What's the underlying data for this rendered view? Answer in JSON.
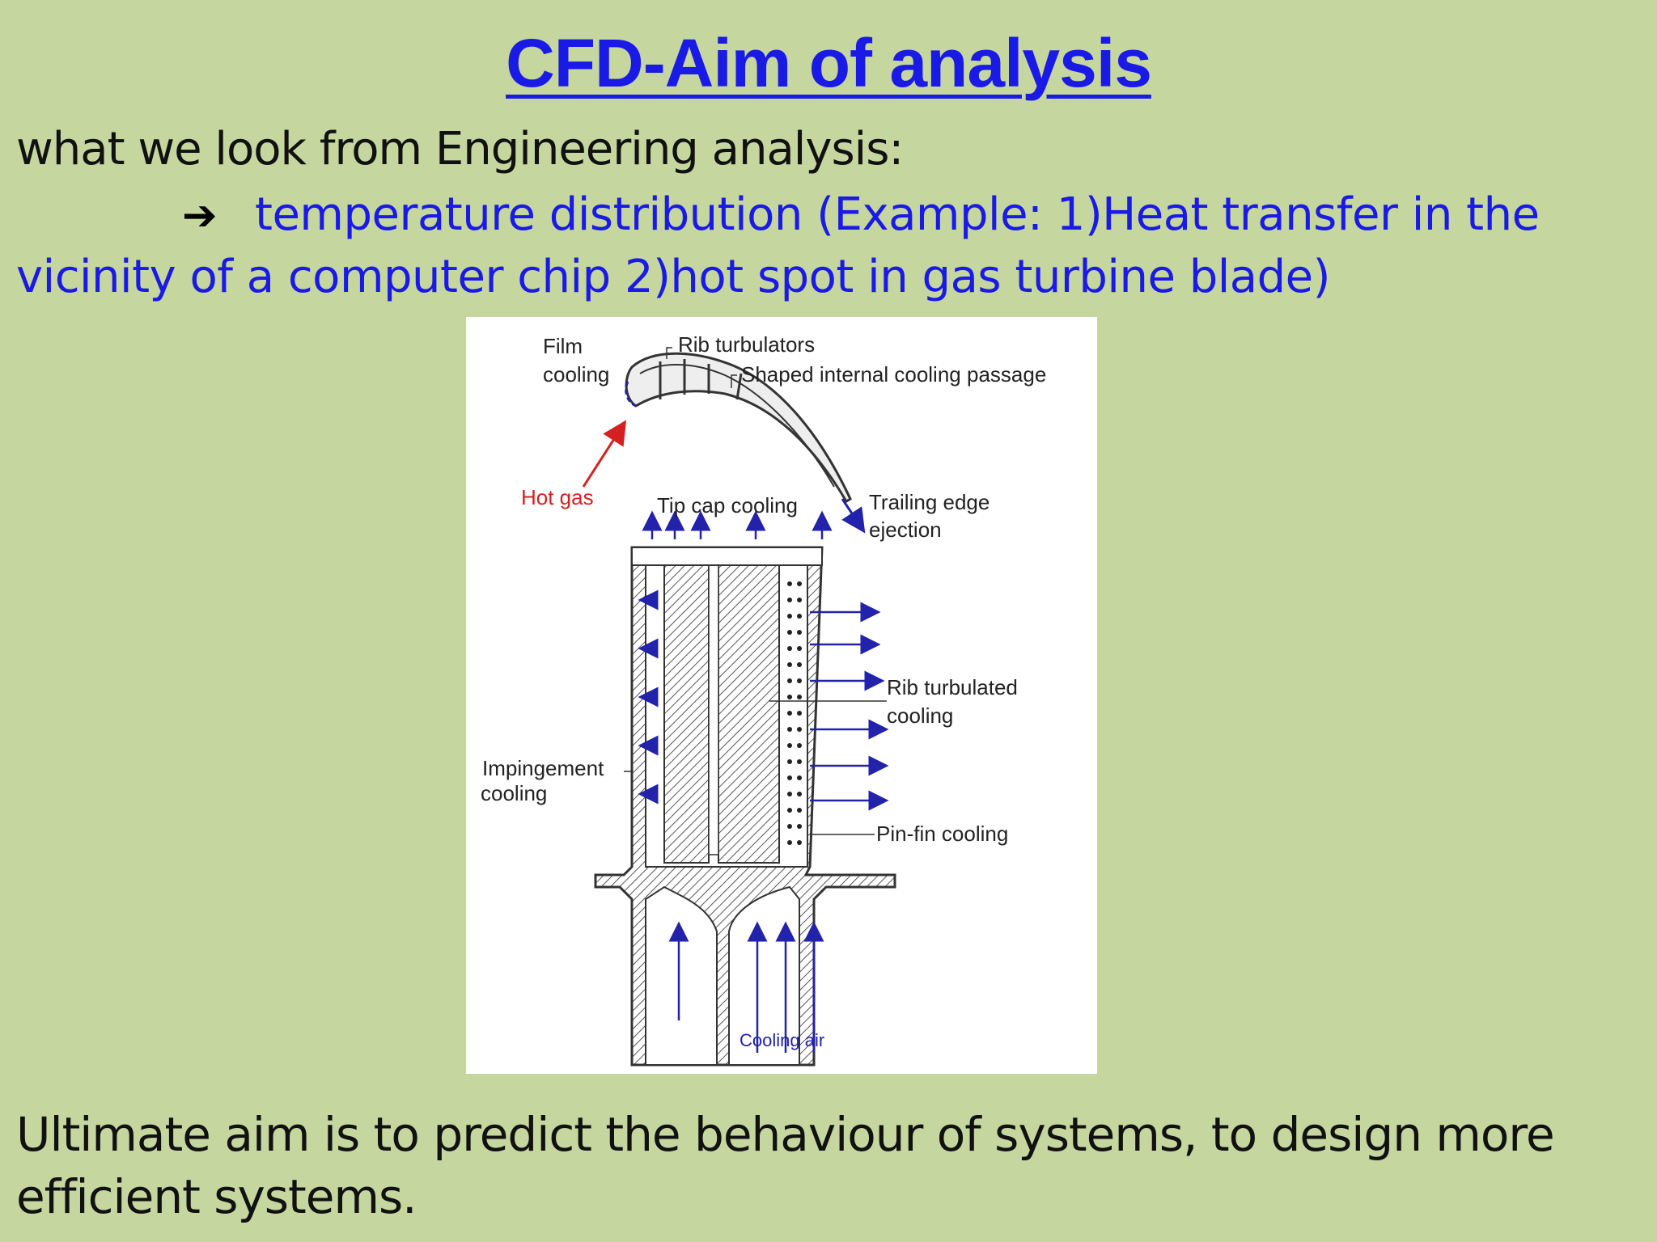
{
  "slide": {
    "title": "CFD-Aim of analysis",
    "intro": "what we look from Engineering analysis:",
    "bullet_arrow": "➔",
    "bullet_text": "temperature distribution (Example: 1)Heat transfer in the vicinity of a computer chip 2)hot spot in gas turbine blade)",
    "conclusion": "Ultimate aim is to  predict the behaviour of systems, to design more efficient systems."
  },
  "figure": {
    "labels": {
      "film_cooling_1": "Film",
      "film_cooling_2": "cooling",
      "rib_turbulators": "Rib turbulators",
      "shaped_passage": "Shaped internal cooling passage",
      "hot_gas": "Hot gas",
      "tip_cap_cooling": "Tip cap cooling",
      "trailing_edge_1": "Trailing edge",
      "trailing_edge_2": "ejection",
      "rib_turbulated_1": "Rib turbulated",
      "rib_turbulated_2": "cooling",
      "impingement_1": "Impingement",
      "impingement_2": "cooling",
      "pin_fin": "Pin-fin cooling",
      "cooling_air": "Cooling air"
    },
    "colors": {
      "hot_gas": "#d42020",
      "airflow": "#2222aa"
    }
  }
}
